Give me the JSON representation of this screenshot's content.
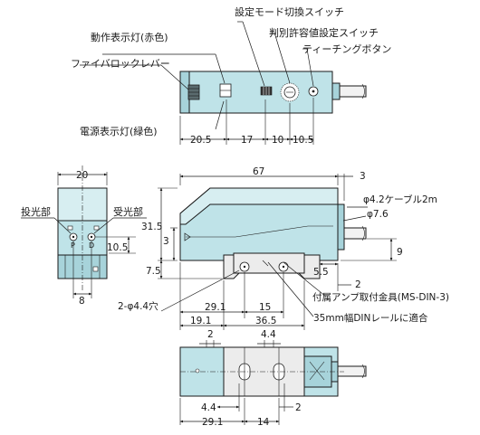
{
  "labels": {
    "setting_mode_switch": "設定モード切換スイッチ",
    "judgment_tolerance_switch": "判別許容値設定スイッチ",
    "operation_indicator": "動作表示灯(赤色)",
    "teaching_button": "ティーチングボタン",
    "fiber_lock_lever": "ファイバロックレバー",
    "power_indicator": "電源表示灯(緑色)",
    "emitter": "投光部",
    "receiver": "受光部",
    "cable": "φ4.2ケーブル2m",
    "cable_dia": "φ7.6",
    "mounting_bracket": "付属アンプ取付金具(MS-DIN-3)",
    "holes": "2-φ4.4穴",
    "din_rail": "35mm幅DINレールに適合",
    "port_p": "P",
    "port_d": "D"
  },
  "dims": {
    "top_20_5": "20.5",
    "top_17": "17",
    "top_10": "10",
    "top_10_5": "10.5",
    "front_20": "20",
    "front_10_5": "10.5",
    "front_8": "8",
    "side_67": "67",
    "side_3_top": "3",
    "side_31_5": "31.5",
    "side_3": "3",
    "side_7_5": "7.5",
    "side_9": "9",
    "side_5_5": "5.5",
    "side_2": "2",
    "side_29_1": "29.1",
    "side_15": "15",
    "side_19_1": "19.1",
    "side_36_5": "36.5",
    "bot_2": "2",
    "bot_4_4_top": "4.4",
    "bot_4_4": "4.4",
    "bot_2_right": "2",
    "bot_29_1": "29.1",
    "bot_14": "14"
  }
}
